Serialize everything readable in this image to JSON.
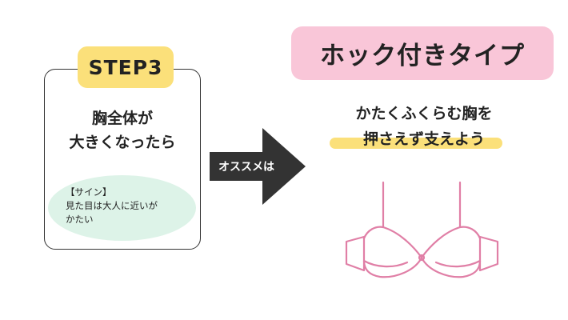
{
  "left_card": {
    "step_label": "STEP3",
    "title_lines": [
      "胸全体が",
      "大きくなったら"
    ],
    "sign_lines": [
      "【サイン】",
      "見た目は大人に近いが",
      "かたい"
    ]
  },
  "arrow": {
    "label": "オススメは"
  },
  "right": {
    "type_title": "ホック付きタイプ",
    "desc_line1": "かたくふくらむ胸を",
    "desc_line2": "押さえず支えよう",
    "illustration": "bra-icon"
  },
  "colors": {
    "step_badge": "#fbe07a",
    "type_badge": "#f9c6d8",
    "sign_bubble": "#ddf3e8",
    "arrow": "#333333",
    "highlight": "#fbe07a",
    "bra_line": "#e07fa6"
  }
}
